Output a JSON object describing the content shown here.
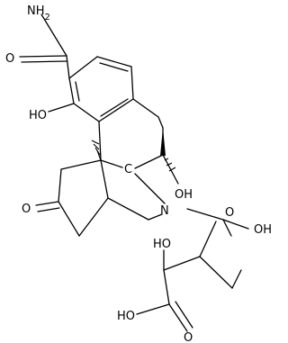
{
  "structure": {
    "labels": {
      "amide_nh2": "NH2",
      "amide_o": "O",
      "phenol_oh": "HO",
      "bridge_carbon": "C",
      "ketone_o": "O",
      "nitrogen": "N",
      "hydroxyl_oh": "OH",
      "tartrate_oh_upper": "OH",
      "tartrate_o_ring": "O",
      "tartrate_ho_alpha": "HO",
      "tartrate_ho_acid": "HO",
      "tartrate_o_acid": "O"
    }
  }
}
